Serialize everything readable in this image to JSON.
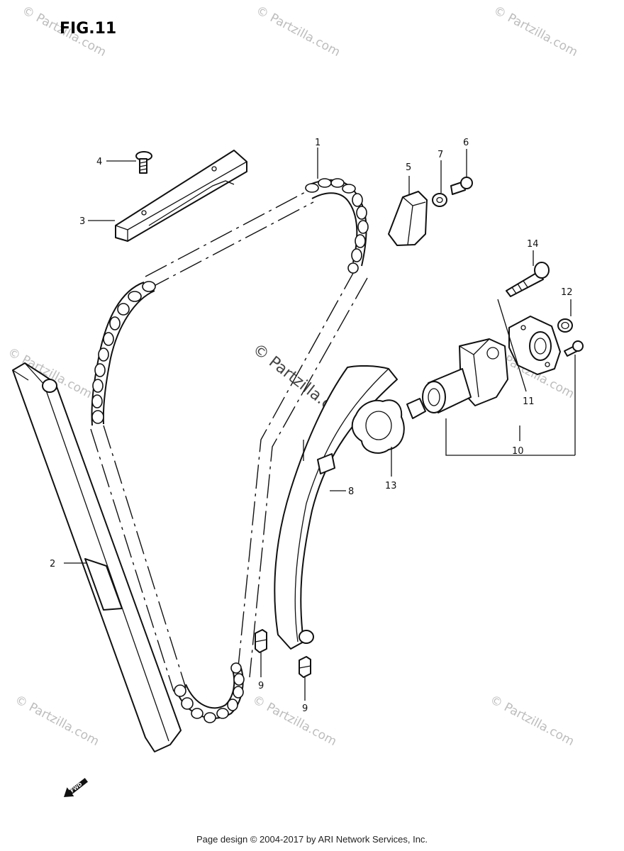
{
  "figure": {
    "title": "FIG.11"
  },
  "labels": {
    "p1": "1",
    "p2": "2",
    "p3": "3",
    "p4": "4",
    "p5": "5",
    "p6": "6",
    "p7": "7",
    "p8": "8",
    "p9a": "9",
    "p9b": "9",
    "p10": "10",
    "p11": "11",
    "p12": "12",
    "p13": "13",
    "p14": "14"
  },
  "watermark": {
    "text": "© Partzilla.com"
  },
  "direction_mark": {
    "text": "FWD"
  },
  "footer": {
    "text": "Page design © 2004-2017 by ARI Network Services, Inc."
  }
}
